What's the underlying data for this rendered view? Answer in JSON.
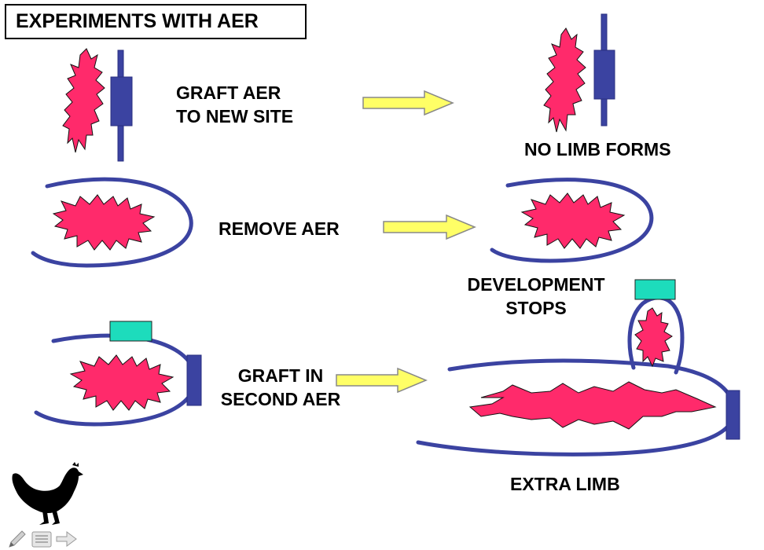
{
  "slide": {
    "title": "EXPERIMENTS WITH AER",
    "row1": {
      "step_line1": "GRAFT AER",
      "step_line2": "TO NEW SITE",
      "result": "NO LIMB FORMS"
    },
    "row2": {
      "step": "REMOVE AER",
      "result_line1": "DEVELOPMENT",
      "result_line2": "STOPS"
    },
    "row3": {
      "step_line1": "GRAFT IN",
      "step_line2": "SECOND AER",
      "result": "EXTRA LIMB"
    }
  },
  "colors": {
    "mesenchyme_fill": "#FF2A6B",
    "ectoderm_outline": "#3B43A1",
    "aer_block": "#3B43A1",
    "graft_aer": "#1DDCBC",
    "arrow_fill": "#FFFF66",
    "arrow_outline": "#888888"
  },
  "icons": [
    "hen-silhouette-icon",
    "pencil-icon",
    "notes-icon",
    "next-arrow-icon"
  ]
}
